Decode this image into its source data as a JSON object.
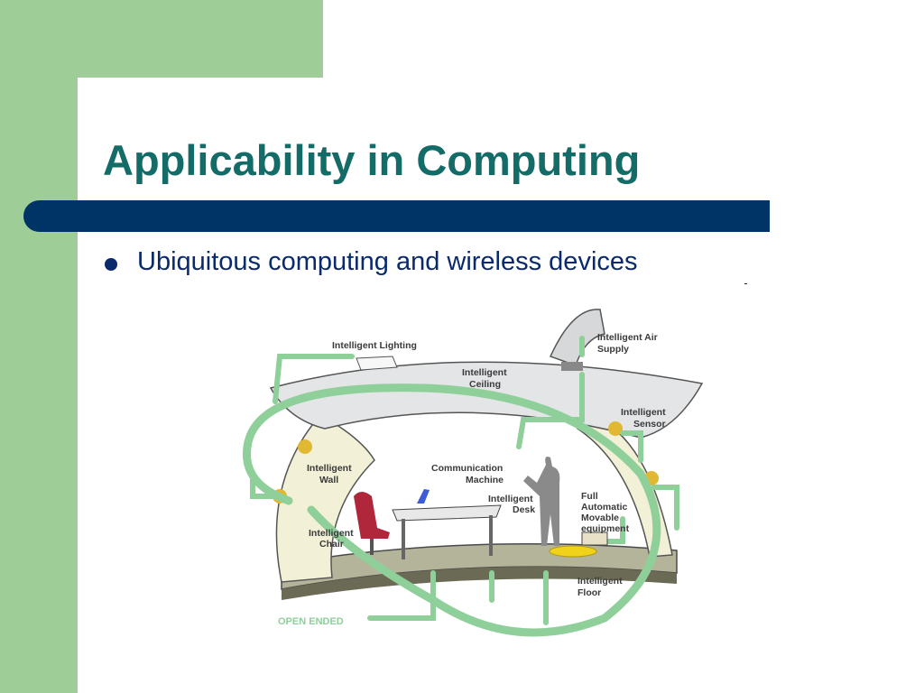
{
  "slide": {
    "title": "Applicability in Computing",
    "bullets": [
      "Ubiquitous computing and wireless devices"
    ]
  },
  "diagram": {
    "labels": {
      "intelligent_lighting": "Intelligent Lighting",
      "intelligent_air_supply_1": "Intelligent Air",
      "intelligent_air_supply_2": "Supply",
      "intelligent_ceiling_1": "Intelligent",
      "intelligent_ceiling_2": "Ceiling",
      "intelligent_sensor_1": "Intelligent",
      "intelligent_sensor_2": "Sensor",
      "intelligent_wall_1": "Intelligent",
      "intelligent_wall_2": "Wall",
      "communication_machine_1": "Communication",
      "communication_machine_2": "Machine",
      "intelligent_desk_1": "Intelligent",
      "intelligent_desk_2": "Desk",
      "full_automatic_1": "Full",
      "full_automatic_2": "Automatic",
      "full_automatic_3": "Movable",
      "full_automatic_4": "equipment",
      "intelligent_chair_1": "Intelligent",
      "intelligent_chair_2": "Chair",
      "intelligent_floor_1": "Intelligent",
      "intelligent_floor_2": "Floor",
      "open_ended": "OPEN ENDED"
    }
  },
  "colors": {
    "background_green": "#9fcd98",
    "title_teal": "#146c68",
    "title_bar_navy": "#003466",
    "bullet_text_navy": "#0b2a6b",
    "flow_green": "#8fcf9a"
  }
}
